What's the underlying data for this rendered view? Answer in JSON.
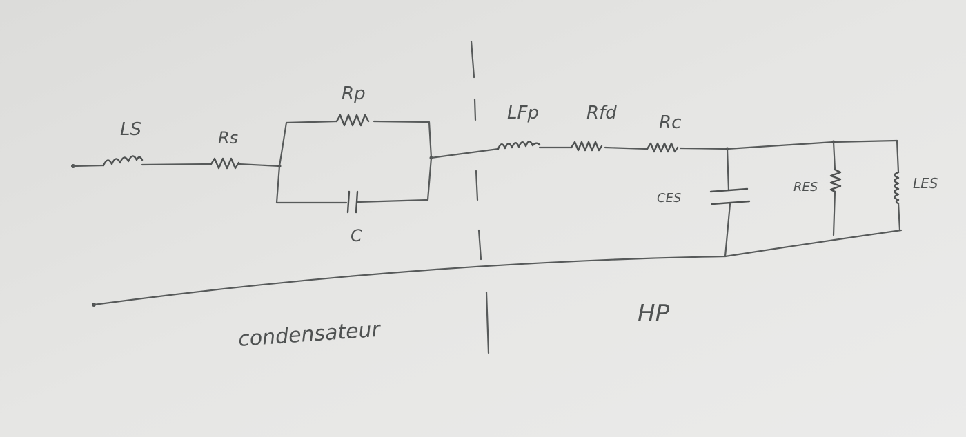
{
  "labels": {
    "ls": "LS",
    "rs": "Rs",
    "rp": "Rp",
    "c": "C",
    "lfp": "LFp",
    "rfd": "Rfd",
    "rc": "Rc",
    "ces": "CES",
    "res": "RES",
    "les": "LES",
    "condensateur": "condensateur",
    "hp": "HP"
  },
  "colors": {
    "paper": "#e4e4e2",
    "pencil": "#4f5252"
  }
}
